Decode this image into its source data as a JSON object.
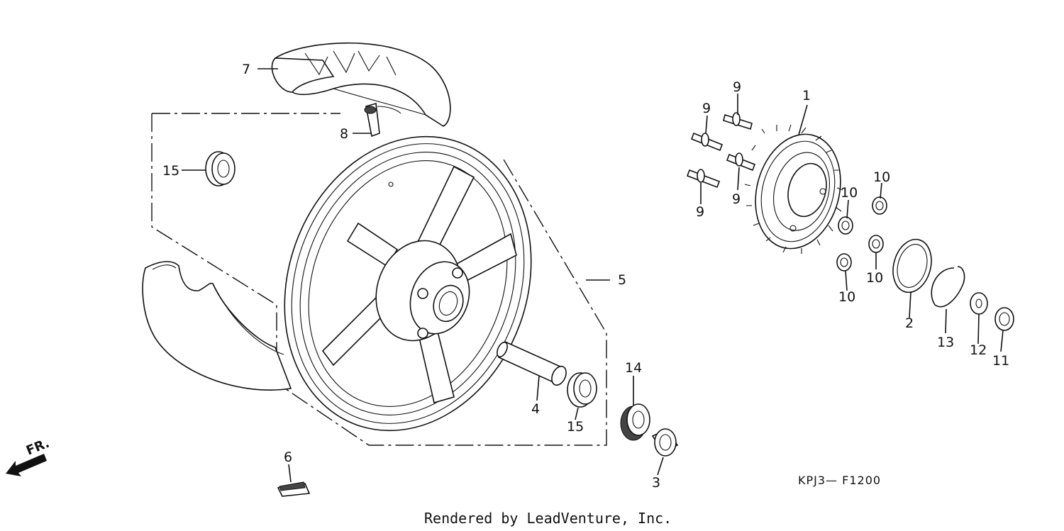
{
  "diagram": {
    "callouts": {
      "c1": "1",
      "c2": "2",
      "c3": "3",
      "c4": "4",
      "c5": "5",
      "c6": "6",
      "c7": "7",
      "c8": "8",
      "c9a": "9",
      "c9b": "9",
      "c9c": "9",
      "c9d": "9",
      "c10a": "10",
      "c10b": "10",
      "c10c": "10",
      "c10d": "10",
      "c11": "11",
      "c12": "12",
      "c13": "13",
      "c14": "14",
      "c15a": "15",
      "c15b": "15"
    },
    "direction_label": "FR.",
    "diagram_code": "KPJ3— F1200",
    "footer": "Rendered by LeadVenture, Inc."
  }
}
